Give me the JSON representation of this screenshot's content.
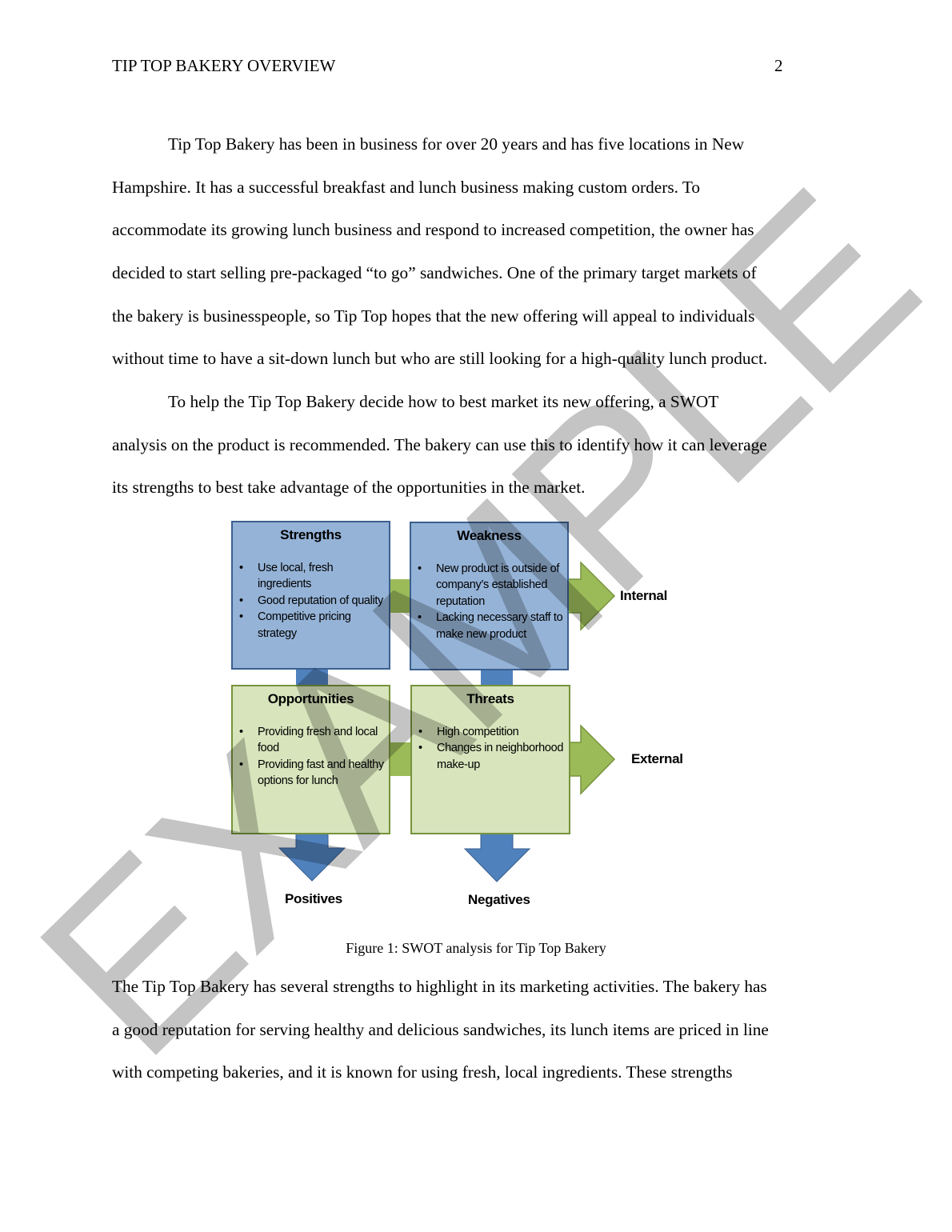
{
  "header": {
    "title": "TIP TOP BAKERY OVERVIEW",
    "page_number": "2"
  },
  "paragraph1": [
    "Tip Top Bakery has been in business for over 20 years and has five locations in New",
    "Hampshire. It has a successful breakfast and lunch business making custom orders. To",
    "accommodate its growing lunch business and respond to increased competition, the owner has",
    "decided to start selling pre-packaged “to go” sandwiches. One of the primary target markets of",
    "the bakery is businesspeople, so Tip Top hopes that the new offering will appeal to individuals",
    "without time to have a sit-down lunch but who are still looking for a high-quality lunch product."
  ],
  "paragraph2": [
    "To help the Tip Top Bakery decide how to best market its new offering, a SWOT",
    "analysis on the product is recommended. The bakery can use this to identify how it can leverage",
    "its strengths to best take advantage of the opportunities in the market."
  ],
  "swot": {
    "strengths": {
      "title": "Strengths",
      "items": [
        "Use local, fresh ingredients",
        "Good reputation of quality",
        "Competitive pricing strategy"
      ]
    },
    "weakness": {
      "title": "Weakness",
      "items": [
        "New product is outside of company’s established reputation",
        "Lacking necessary staff to make new product"
      ]
    },
    "opportunities": {
      "title": "Opportunities",
      "items": [
        "Providing  fresh and local food",
        "Providing fast and healthy options for lunch"
      ]
    },
    "threats": {
      "title": "Threats",
      "items": [
        "High competition",
        "Changes in neighborhood make-up"
      ]
    },
    "labels": {
      "internal": "Internal",
      "external": "External",
      "positives": "Positives",
      "negatives": "Negatives"
    },
    "colors": {
      "blue_box": "#95b3d7",
      "green_box": "#d8e4bc",
      "blue_arrow": "#4f81bd",
      "green_arrow": "#9bbb59"
    }
  },
  "caption": "Figure 1: SWOT analysis for Tip Top Bakery",
  "paragraph3": [
    "The Tip Top Bakery has several strengths to highlight in its marketing activities. The bakery has",
    "a good reputation for serving healthy and delicious sandwiches, its lunch items are priced in line",
    "with competing bakeries, and it is known for using fresh, local ingredients. These strengths"
  ],
  "watermark": "EXAMPLE"
}
